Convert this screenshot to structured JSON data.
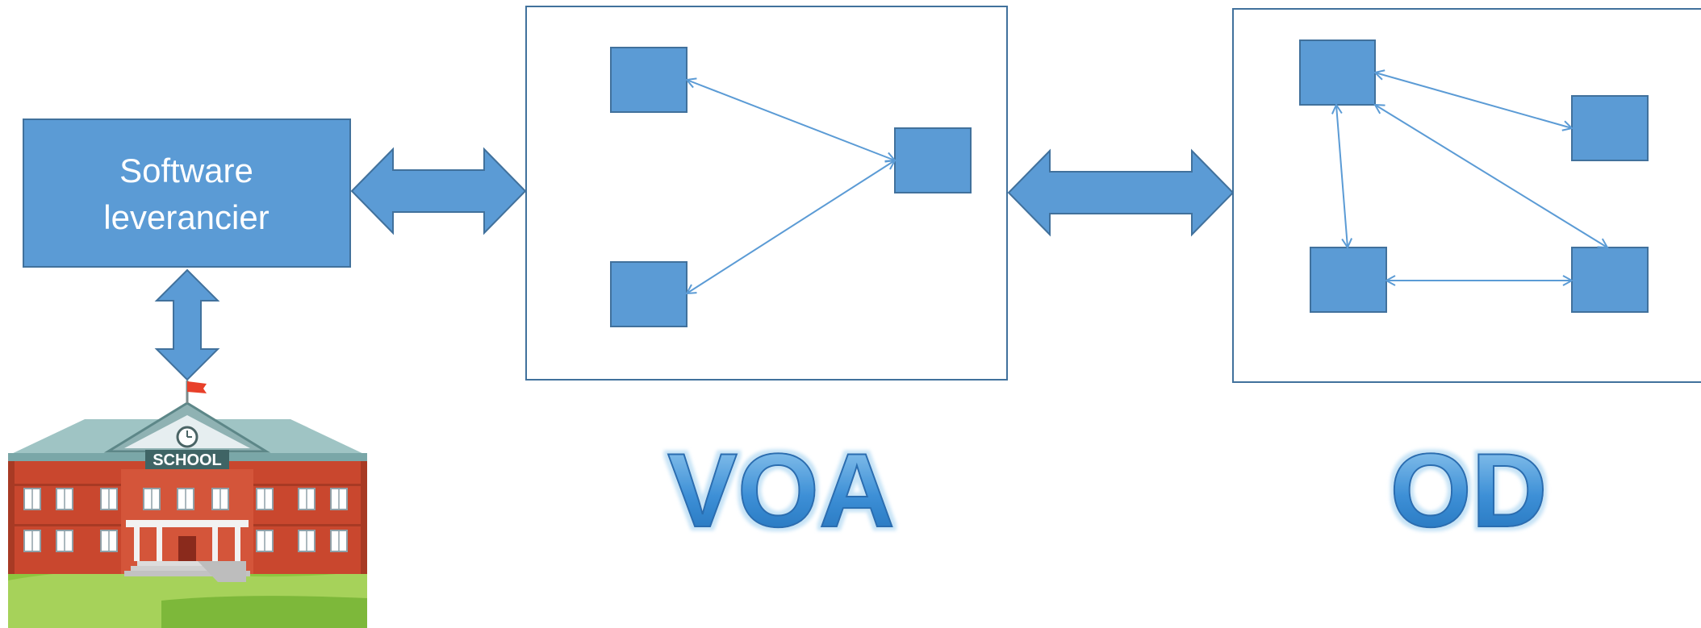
{
  "vendor": {
    "line1": "Software",
    "line2": "leverancier"
  },
  "school": {
    "sign": "SCHOOL"
  },
  "labels": {
    "voa": "VOA",
    "od": "OD"
  },
  "colors": {
    "box_fill": "#5b9bd5",
    "box_stroke": "#41719c",
    "frame_stroke": "#41719c",
    "arrow": "#5b9bd5",
    "label_gradient_top": "#9dd0f2",
    "label_gradient_bottom": "#1f6fb8",
    "label_glow": "#c6e3f6"
  }
}
